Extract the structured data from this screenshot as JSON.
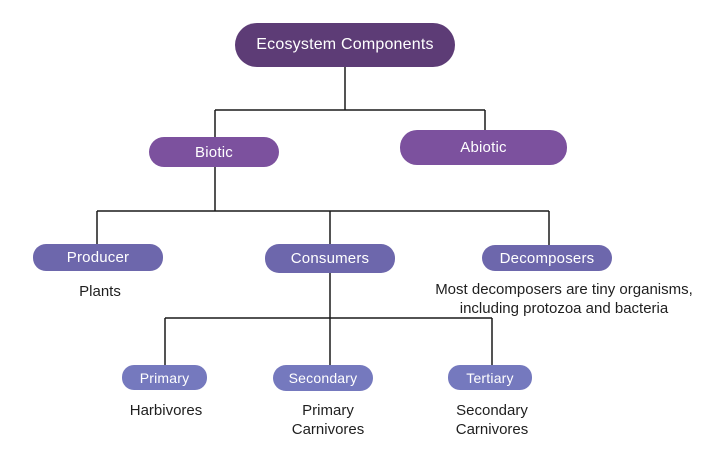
{
  "title": "Ecosystem Components",
  "palette": {
    "level1": "#5d3c76",
    "level2": "#7c519e",
    "level3": "#6d67ac",
    "level4": "#7579be",
    "line": "#1a1a1a",
    "node_text": "#ffffff",
    "annotation_text": "#1f1f1f",
    "background": "#ffffff"
  },
  "nodes": {
    "ecosystem": {
      "label": "Ecosystem Components",
      "level": 1,
      "parent": null
    },
    "biotic": {
      "label": "Biotic",
      "level": 2,
      "parent": "ecosystem"
    },
    "abiotic": {
      "label": "Abiotic",
      "level": 2,
      "parent": "ecosystem"
    },
    "producer": {
      "label": "Producer",
      "level": 3,
      "parent": "biotic"
    },
    "consumers": {
      "label": "Consumers",
      "level": 3,
      "parent": "biotic"
    },
    "decomposers": {
      "label": "Decomposers",
      "level": 3,
      "parent": "biotic"
    },
    "primary": {
      "label": "Primary",
      "level": 4,
      "parent": "consumers"
    },
    "secondary": {
      "label": "Secondary",
      "level": 4,
      "parent": "consumers"
    },
    "tertiary": {
      "label": "Tertiary",
      "level": 4,
      "parent": "consumers"
    }
  },
  "annotations": {
    "producer": "Plants",
    "decomposers": "Most decomposers are tiny organisms, including protozoa and bacteria",
    "primary": "Harbivores",
    "secondary": "Primary Carnivores",
    "tertiary": "Secondary Carnivores"
  }
}
